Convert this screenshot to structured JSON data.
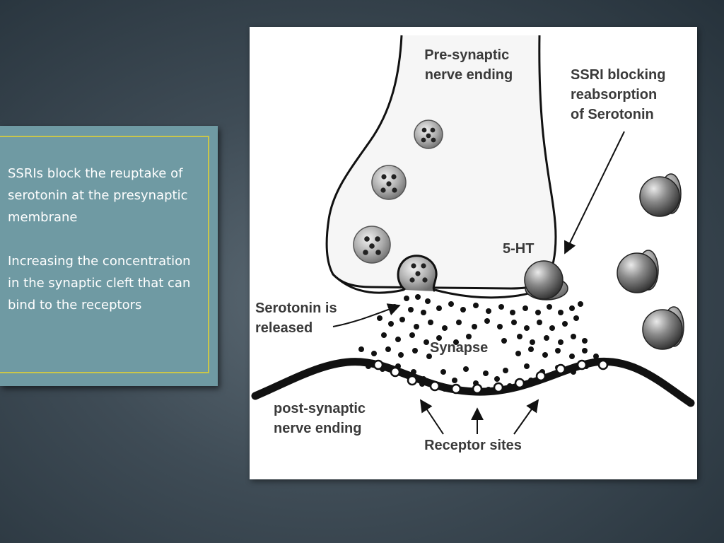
{
  "slide": {
    "bullets": [
      "SSRIs block the reuptake of serotonin at the presynaptic membrane",
      "Increasing the concentration in the synaptic cleft that can bind to the receptors"
    ]
  },
  "diagram": {
    "presynaptic_label": [
      "Pre-synaptic",
      "nerve ending"
    ],
    "ssri_label": [
      "SSRI blocking",
      "reabsorption",
      "of Serotonin"
    ],
    "ht_label": "5-HT",
    "released_label": [
      "Serotonin is",
      "released"
    ],
    "synapse_label": "Synapse",
    "postsynaptic_label": [
      "post-synaptic",
      "nerve ending"
    ],
    "receptor_label": "Receptor sites"
  }
}
